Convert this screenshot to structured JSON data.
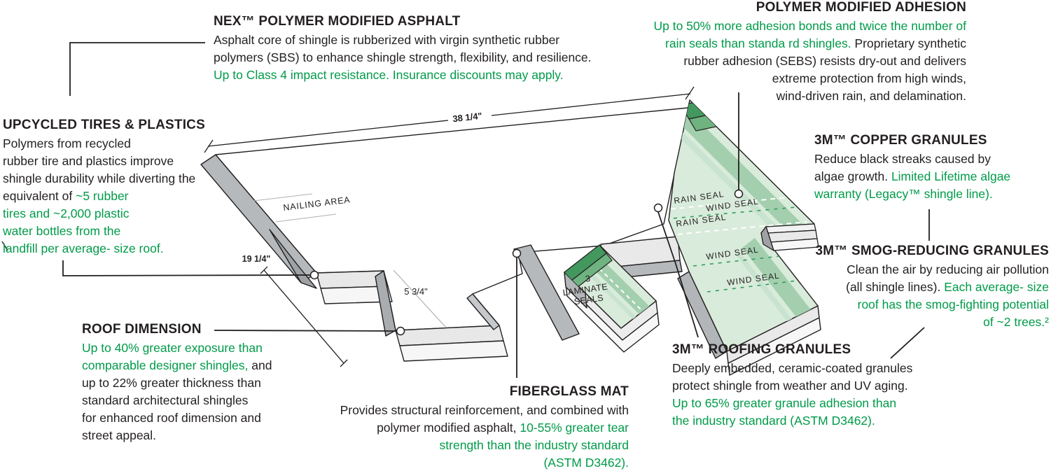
{
  "colors": {
    "text_black": "#231f20",
    "accent_green": "#009b49",
    "shingle_light_green": "#d9ebda",
    "shingle_stripe_green": "#a3cfae",
    "shingle_dark_green": "#43985e",
    "shingle_gray": "#b5b9bc"
  },
  "callouts": {
    "nex": {
      "title": "NEX™ POLYMER MODIFIED ASPHALT",
      "l1": "Asphalt core of shingle is rubberized with virgin synthetic rubber",
      "l2": "polymers (SBS) to enhance  shingle strength, flexibility, and resilience.",
      "l3": "Up to Class 4 impact  resistance.  Insurance discounts may apply."
    },
    "adhesion": {
      "title": "POLYMER MODIFIED ADHESION",
      "l1": "Up to 50% more adhesion bonds and twice the number of",
      "l2_g": "rain seals than standa rd shingles. ",
      "l2_k": "Proprietary synthetic",
      "l3": "rubber adhesion (SEBS)  resists  dry-out and delivers",
      "l4": "extreme protection from high winds,",
      "l5": "wind-driven rain, and delamination."
    },
    "upcycled": {
      "title": "UPCYCLED TIRES & PLASTICS",
      "l1": "Polymers from recycled",
      "l2": "rubber tire and plastics improve",
      "l3": "shingle durability while diverting the",
      "l4_k": "equivalent of ",
      "l4_g": "~5 rubber",
      "l5": "tires and ~2,000  plastic",
      "l6": "water bottles from the",
      "l7": "landfill per average- size roof."
    },
    "copper": {
      "title": "3M™ COPPER  GRANULES",
      "l1": "Reduce black streaks  caused by",
      "l2_k": "algae growth. ",
      "l2_g": "Limited Lifetime algae",
      "l3": "warranty (Legacy™ shingle line)."
    },
    "smog": {
      "title": "3M™ SMOG-REDUCING GRANULES",
      "l1": "Clean the air by reducing air pollution",
      "l2_k": "(all shingle lines). ",
      "l2_g": "Each average- size",
      "l3": "roof has the  smog-fighting  potential",
      "l4": "of ~2 trees.²"
    },
    "roof_dimension": {
      "title": "ROOF DIMENSION",
      "l1": "Up to 40% greater exposure than",
      "l2_g": "comparable designer shingles, ",
      "l2_k": "and",
      "l3": "up to 22% greater thickness than",
      "l4": "standard architectural shingles",
      "l5": "for enhanced roof dimension and",
      "l6": "street appeal."
    },
    "fiberglass": {
      "title": "FIBERGLASS MAT",
      "l1": "Provides structural  reinforcement, and combined with",
      "l2_k": "polymer modified asphalt, ",
      "l2_g": "10-55% greater tear",
      "l3": "strength  than the industry standard",
      "l4": "(ASTM D3462)."
    },
    "roofing_granules": {
      "title": "3M™ ROOFING GRANULES",
      "l1": "Deeply embedded, ceramic-coated  granules",
      "l2": "protect shingle from weather and UV aging.",
      "l3": "Up to 65% greater granule adhesion than",
      "l4": "the industry standard (ASTM D3462)."
    }
  },
  "diagram": {
    "labels": {
      "dim_width": "38 1/4\"",
      "dim_left": "19 1/4\"",
      "dim_exposure": "5 3/4\"",
      "nailing_area": "NAILING AREA",
      "rain_seal": "RAIN SEAL",
      "wind_seal": "WIND SEAL",
      "laminate_1": "3",
      "laminate_2": "LAMINATE",
      "laminate_3": "SEALS"
    }
  }
}
